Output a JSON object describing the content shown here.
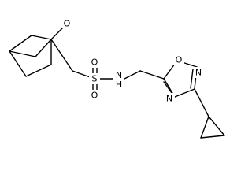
{
  "molecule": {
    "atoms": {
      "carbonyl_o": "O",
      "sulfonyl_s": "S",
      "sulfonyl_o_top": "O",
      "sulfonyl_o_bottom": "O",
      "amide_nh": "N\nH",
      "ring_o": "O",
      "ring_n_right": "N",
      "ring_n_bottom": "N"
    }
  }
}
